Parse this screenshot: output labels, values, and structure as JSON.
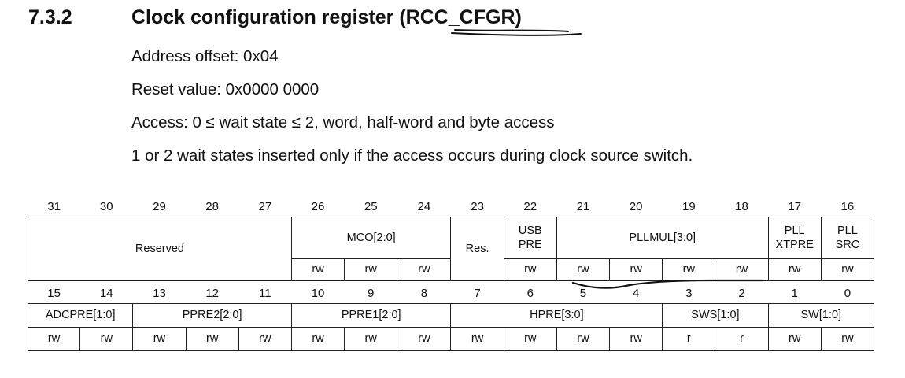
{
  "section": {
    "number": "7.3.2",
    "title": "Clock configuration register (RCC_CFGR)"
  },
  "info": {
    "address_offset": "Address offset: 0x04",
    "reset_value": "Reset value: 0x0000 0000",
    "access": "Access: 0 ≤ wait state ≤ 2, word, half-word and byte access",
    "note": "1 or 2 wait states inserted only if the access occurs during clock source switch."
  },
  "upper": {
    "bits": [
      "31",
      "30",
      "29",
      "28",
      "27",
      "26",
      "25",
      "24",
      "23",
      "22",
      "21",
      "20",
      "19",
      "18",
      "17",
      "16"
    ],
    "fields": {
      "reserved": "Reserved",
      "mco": "MCO[2:0]",
      "res": "Res.",
      "usbpre": "USB PRE",
      "pllmul": "PLLMUL[3:0]",
      "pllxtpre": "PLL XTPRE",
      "pllsrc": "PLL SRC"
    },
    "access": {
      "mco": [
        "rw",
        "rw",
        "rw"
      ],
      "usbpre": "rw",
      "pllmul": [
        "rw",
        "rw",
        "rw",
        "rw"
      ],
      "pllxtpre": "rw",
      "pllsrc": "rw"
    }
  },
  "lower": {
    "bits": [
      "15",
      "14",
      "13",
      "12",
      "11",
      "10",
      "9",
      "8",
      "7",
      "6",
      "5",
      "4",
      "3",
      "2",
      "1",
      "0"
    ],
    "fields": {
      "adcpre": "ADCPRE[1:0]",
      "ppre2": "PPRE2[2:0]",
      "ppre1": "PPRE1[2:0]",
      "hpre": "HPRE[3:0]",
      "sws": "SWS[1:0]",
      "sw": "SW[1:0]"
    },
    "access": [
      "rw",
      "rw",
      "rw",
      "rw",
      "rw",
      "rw",
      "rw",
      "rw",
      "rw",
      "rw",
      "rw",
      "rw",
      "r",
      "r",
      "rw",
      "rw"
    ]
  },
  "annotations": {
    "ink_color": "#111111",
    "description_marks": [
      "handwritten-underline-rcc-cfgr",
      "handwritten-underline-pllmul"
    ]
  }
}
